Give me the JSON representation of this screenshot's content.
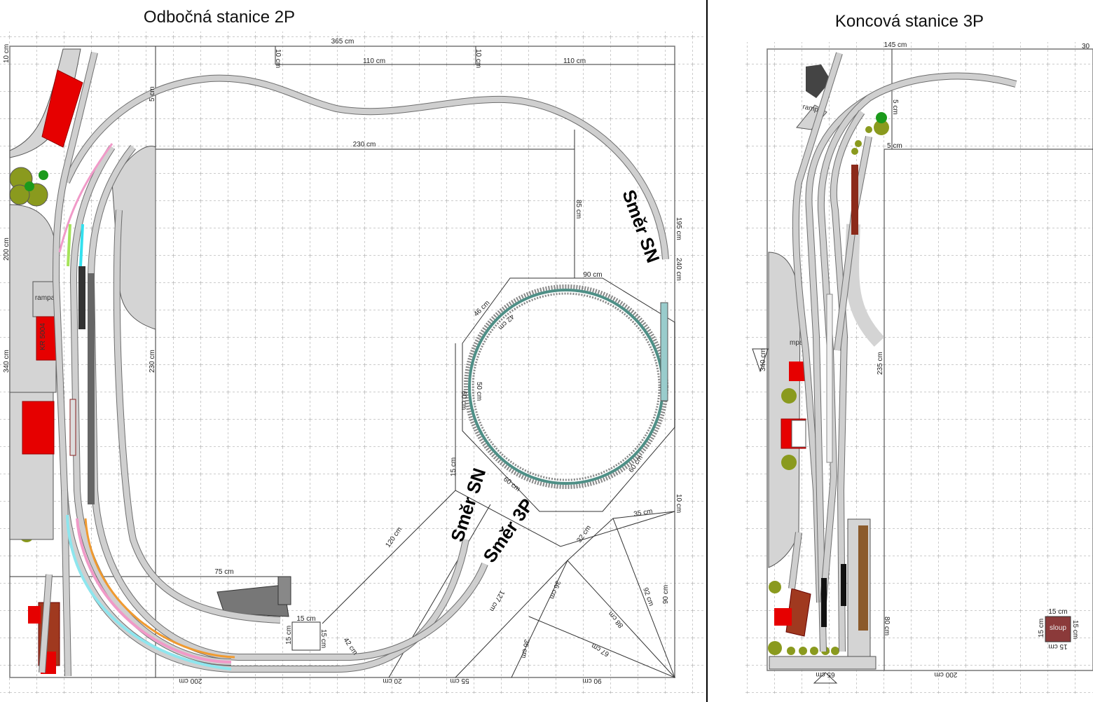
{
  "titles": {
    "left": "Odbočná stanice 2P",
    "right": "Koncová stanice 3P"
  },
  "directions": {
    "sn_top": "Směr SN",
    "sn_bottom": "Směr SN",
    "p3": "Směr 3P"
  },
  "buildings": {
    "rampa_left": "rampa",
    "kr_left": "KR 5004",
    "rampa_right": "rampa",
    "mpa_right": "mpa",
    "sloup": "sloup"
  },
  "left_dims": [
    "365 cm",
    "110 cm",
    "110 cm",
    "10 cm",
    "10 cm",
    "10 cm",
    "230 cm",
    "5 cm",
    "85 cm",
    "195 cm",
    "240 cm",
    "90 cm",
    "46 cm",
    "42 cm",
    "200 cm",
    "340 cm",
    "230 cm",
    "50 cm",
    "60 cm",
    "15 cm",
    "60 cm",
    "60 cm",
    "10 cm",
    "35 cm",
    "32 cm",
    "120 cm",
    "75 cm",
    "15 cm",
    "15 cm",
    "15 cm",
    "42 cm",
    "127 cm",
    "36 cm",
    "92 cm",
    "90 cm",
    "88 cm",
    "67 cm",
    "36 cm",
    "200 cm",
    "20 cm",
    "55 cm",
    "90 cm"
  ],
  "right_dims": [
    "145 cm",
    "30",
    "5 cm",
    "5 cm",
    "340 cm",
    "235 cm",
    "80 cm",
    "65 cm",
    "200 cm",
    "15 cm",
    "15 cm",
    "15 cm",
    "15 cm"
  ],
  "colors": {
    "track": "#cfcfcf",
    "building": "#e60000",
    "tree": "#8a9a1e",
    "helix": "#4e8f86"
  }
}
